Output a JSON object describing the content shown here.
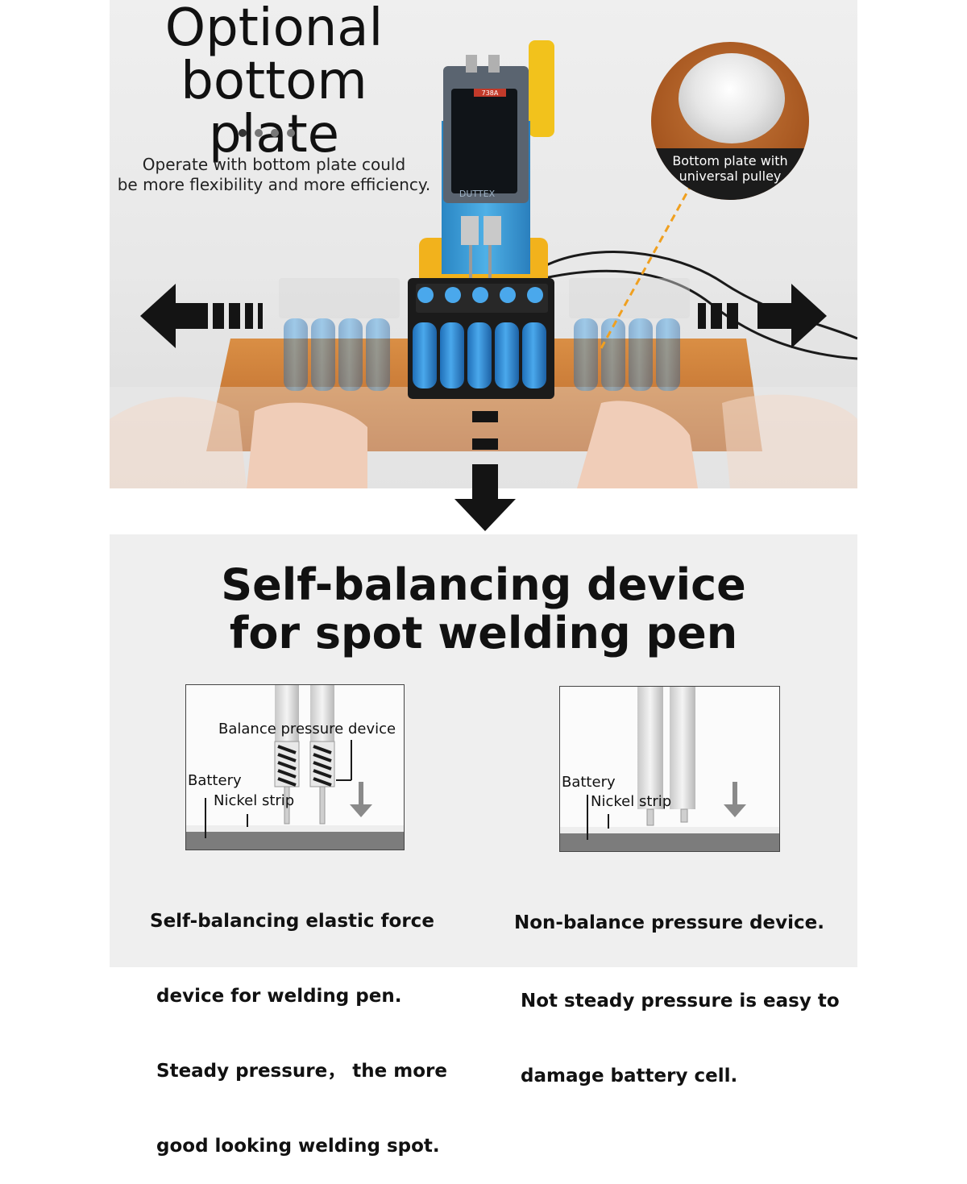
{
  "top": {
    "title_line1": "Optional",
    "title_line2": "bottom plate",
    "desc_line1": "Operate with bottom plate could",
    "desc_line2": "be more flexibility and more efficiency.",
    "callout_line1": "Bottom plate with",
    "callout_line2": "universal pulley",
    "device_brand": "DUTTEX",
    "device_model": "738A"
  },
  "bottom": {
    "title_line1": "Self-balancing device",
    "title_line2": "for spot welding pen",
    "left_diagram": {
      "label_device": "Balance pressure device",
      "label_battery": "Battery",
      "label_nickel": "Nickel strip"
    },
    "right_diagram": {
      "label_battery": "Battery",
      "label_nickel": "Nickel strip"
    },
    "left_caption": [
      "Self-balancing elastic force",
      " device for welding pen.",
      " Steady pressure， the more",
      " good looking welding spot."
    ],
    "right_caption": [
      "Non-balance pressure device.",
      " Not steady pressure is easy to",
      " damage battery cell."
    ]
  },
  "colors": {
    "plate_orange": "#c9702a",
    "cell_blue": "#2f8fd8",
    "device_blue": "#3d9fd6",
    "arrow_black": "#141414"
  },
  "icons": [
    "arrow-left-icon",
    "arrow-right-icon",
    "arrow-down-icon",
    "pressure-arrow-icon"
  ]
}
